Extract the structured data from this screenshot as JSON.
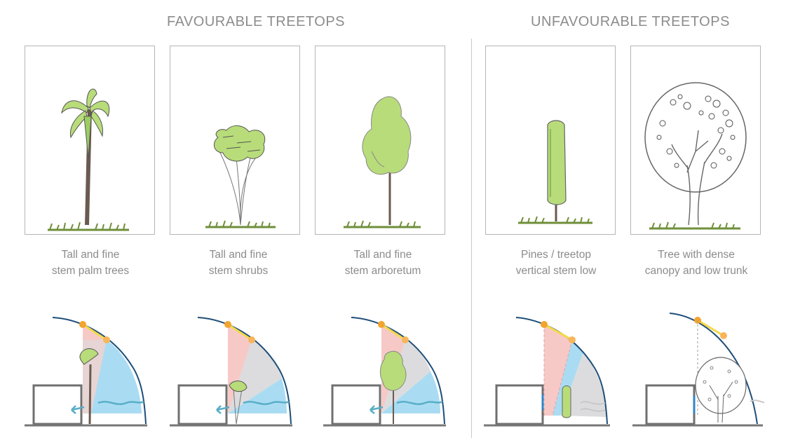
{
  "headings": {
    "favourable": "FAVOURABLE TREETOPS",
    "unfavourable": "UNFAVOURABLE TREETOPS"
  },
  "trees": [
    {
      "kind": "palm",
      "caption_line1": "Tall and fine",
      "caption_line2": "stem palm trees",
      "category": "favourable"
    },
    {
      "kind": "shrub",
      "caption_line1": "Tall and fine",
      "caption_line2": "stem shrubs",
      "category": "favourable"
    },
    {
      "kind": "arboretum",
      "caption_line1": "Tall and fine",
      "caption_line2": "stem arboretum",
      "category": "favourable"
    },
    {
      "kind": "pine",
      "caption_line1": "Pines / treetop",
      "caption_line2": "vertical stem low",
      "category": "unfavourable"
    },
    {
      "kind": "dense",
      "caption_line1": "Tree with dense",
      "caption_line2": "canopy and low trunk",
      "category": "unfavourable"
    }
  ],
  "colors": {
    "foliage": "#b8dc7a",
    "foliage_dark": "#7a9a4a",
    "grass": "#6f8f3a",
    "trunk": "#6b5a50",
    "wind_zone": "#a9dcf2",
    "wind_arrow": "#5aaec8",
    "shade_pink": "#f7c9c6",
    "shade_grey": "#dcdcde",
    "sun_path": "#1f4e78",
    "sun_orange": "#f2a42e",
    "sun_yellow": "#f5d94a",
    "building": "#6f6f6f"
  }
}
